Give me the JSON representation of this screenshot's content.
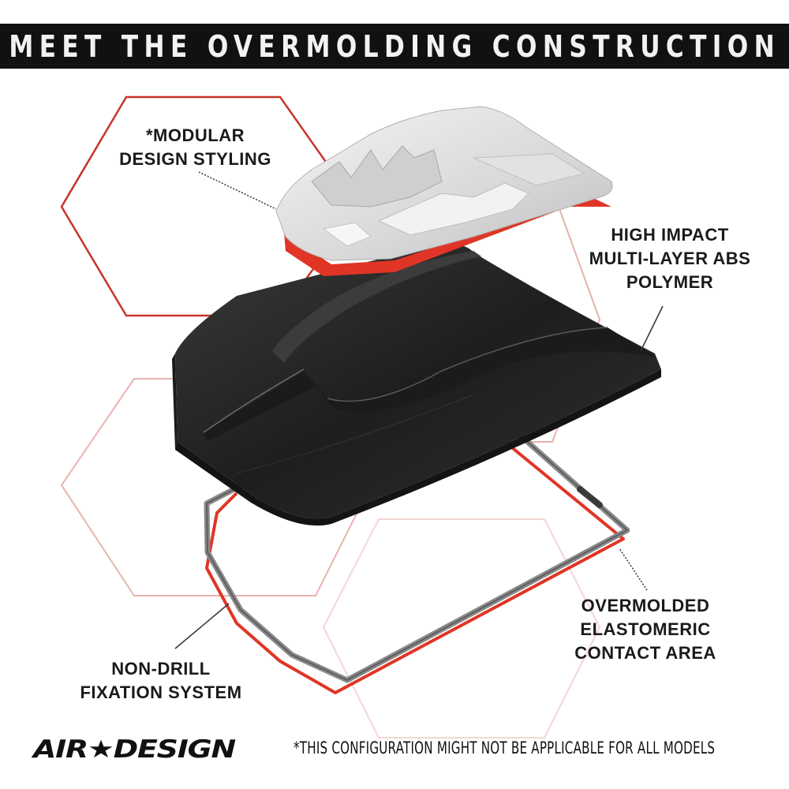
{
  "header": {
    "title": "MEET THE OVERMOLDING CONSTRUCTION"
  },
  "callouts": {
    "modular": {
      "line1": "*MODULAR",
      "line2": "DESIGN STYLING"
    },
    "abs": {
      "line1": "HIGH IMPACT",
      "line2": "MULTI-LAYER ABS",
      "line3": "POLYMER"
    },
    "elastomeric": {
      "line1": "OVERMOLDED",
      "line2": "ELASTOMERIC",
      "line3": "CONTACT AREA"
    },
    "fixation": {
      "line1": "NON-DRILL",
      "line2": "FIXATION SYSTEM"
    }
  },
  "brand": {
    "logo_text": "AIR★DESIGN"
  },
  "footnote": {
    "text": "*THIS CONFIGURATION MIGHT NOT BE APPLICABLE FOR ALL MODELS"
  },
  "colors": {
    "accent_red": "#d9342b",
    "header_bg": "#111111",
    "hood_black": "#2a2a2a",
    "insert_white": "#e6e6e6"
  },
  "icons": [
    "hexagon-outline",
    "hood-scoop-illustration",
    "gasket-frame",
    "brand-logo"
  ]
}
